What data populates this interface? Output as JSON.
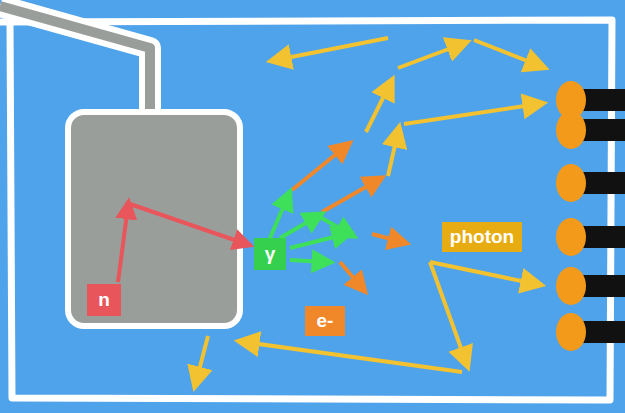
{
  "diagram": {
    "nodes": [
      {
        "text": [
          "n"
        ]
      },
      {
        "text": [
          "γ"
        ]
      },
      {
        "text": [
          "e-"
        ]
      },
      {
        "text": [
          "photon"
        ]
      }
    ]
  }
}
